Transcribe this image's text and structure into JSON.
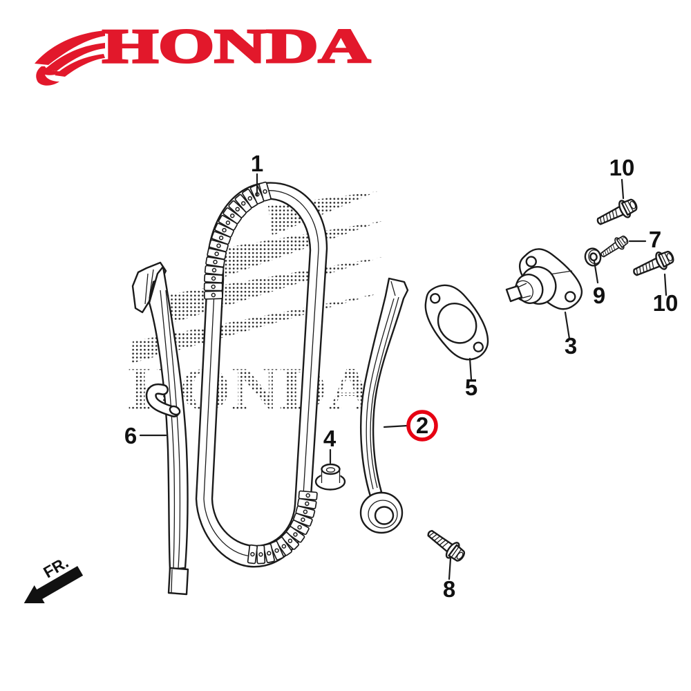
{
  "brand": {
    "wordmark": "HONDA",
    "color": "#E2182B"
  },
  "watermark": {
    "text": "HONDA"
  },
  "direction": {
    "label": "FR."
  },
  "highlight": {
    "color": "#E60012"
  },
  "callouts": {
    "part1": "1",
    "part2": "2",
    "part3": "3",
    "part4": "4",
    "part5": "5",
    "part6": "6",
    "part7": "7",
    "part8": "8",
    "part9": "9",
    "part10a": "10",
    "part10b": "10"
  }
}
